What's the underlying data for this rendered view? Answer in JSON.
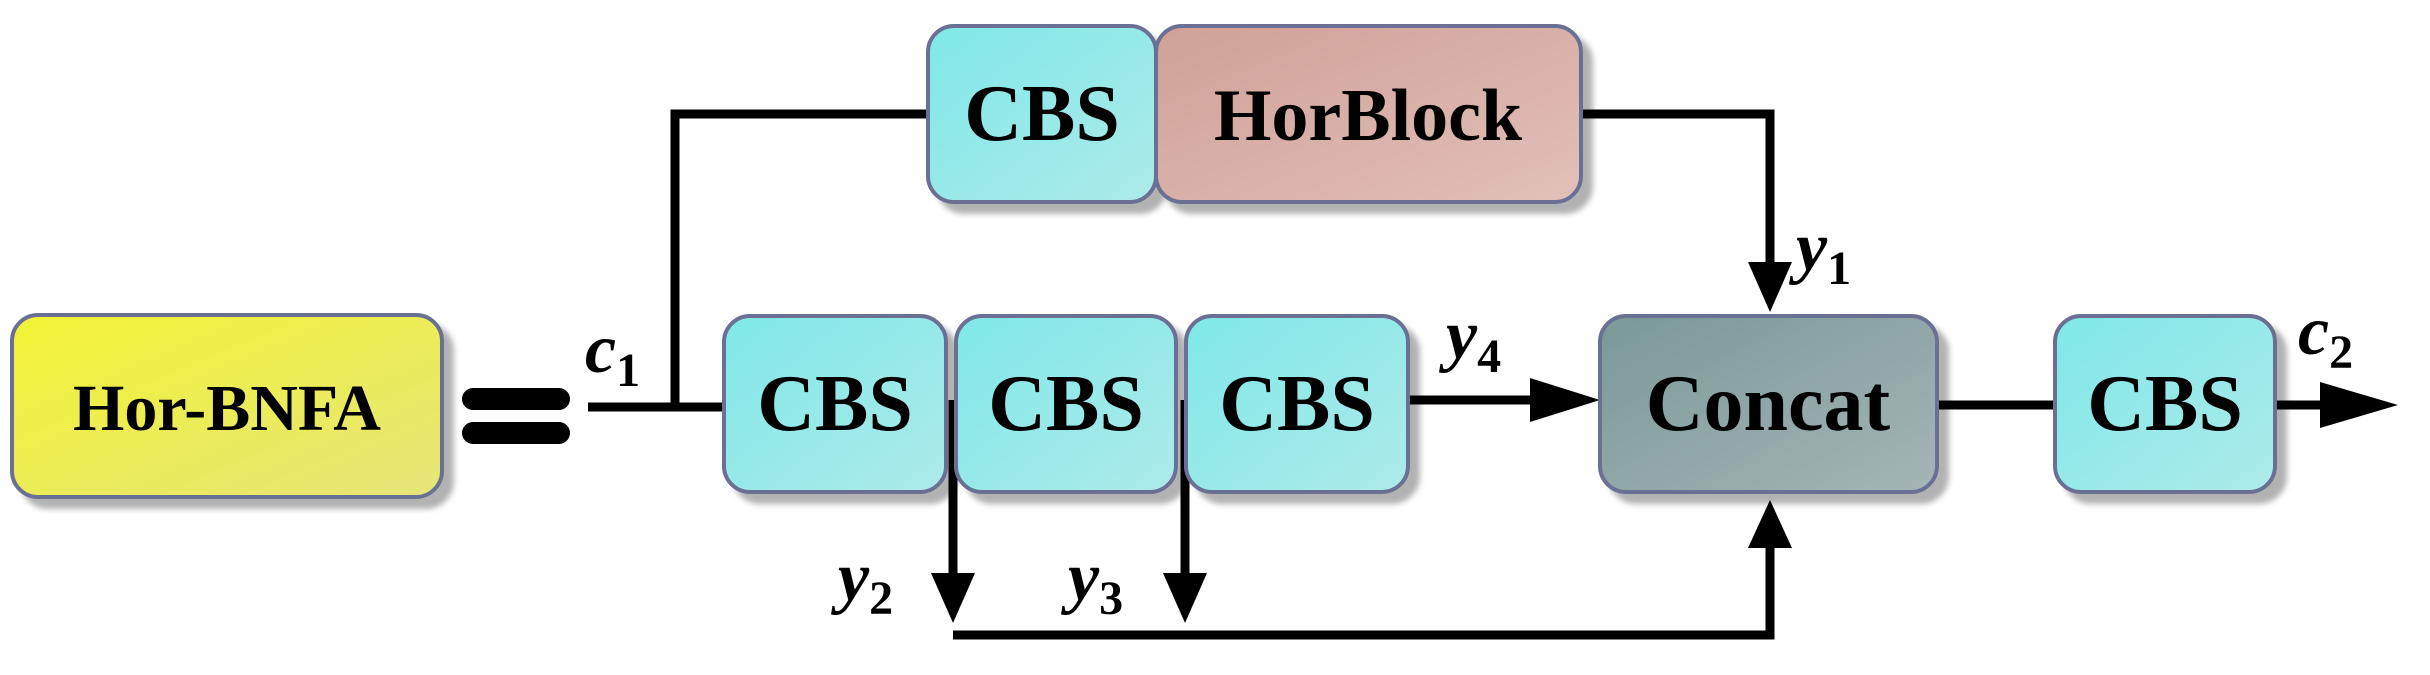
{
  "diagram": {
    "module_name": "Hor-BNFA",
    "equals_symbol": "=",
    "blocks": {
      "cbs_top": "CBS",
      "horblock": "HorBlock",
      "cbs_chain_1": "CBS",
      "cbs_chain_2": "CBS",
      "cbs_chain_3": "CBS",
      "concat": "Concat",
      "cbs_out": "CBS"
    },
    "signals": {
      "c1": {
        "base": "c",
        "sub": "1"
      },
      "c2": {
        "base": "c",
        "sub": "2"
      },
      "y1": {
        "base": "y",
        "sub": "1"
      },
      "y2": {
        "base": "y",
        "sub": "2"
      },
      "y3": {
        "base": "y",
        "sub": "3"
      },
      "y4": {
        "base": "y",
        "sub": "4"
      }
    },
    "colors": {
      "module_fill": "#eaea40",
      "cbs_fill": "#8ee6e6",
      "horblock_fill": "#d8aca4",
      "concat_fill": "#8aa2a2",
      "border": "#6b6f94",
      "line": "#000000"
    }
  }
}
